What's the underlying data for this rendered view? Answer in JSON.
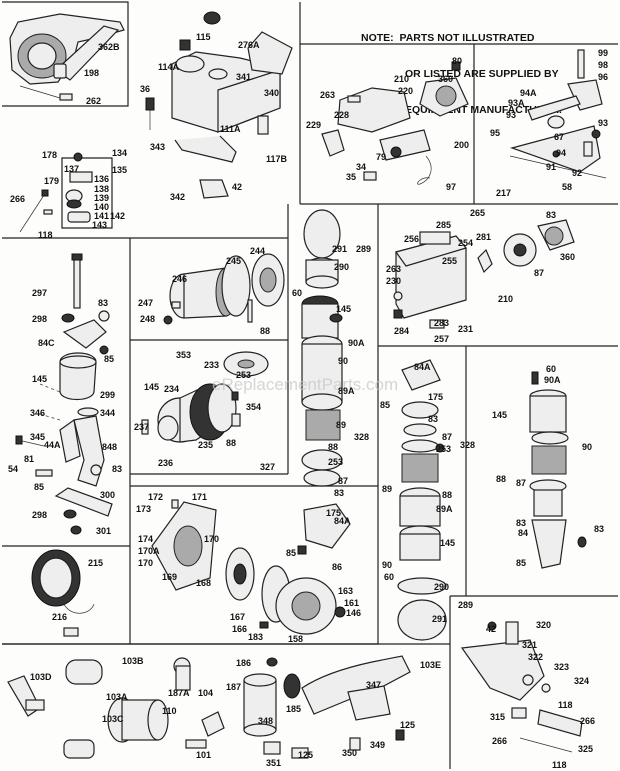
{
  "note": {
    "line1": "NOTE:  PARTS NOT ILLUSTRATED",
    "line2": "OR LISTED ARE SUPPLIED BY",
    "line3": "EQUIPMENT MANUFACTURER."
  },
  "watermark": "eReplacementParts.com",
  "labels": [
    {
      "id": "l-362b",
      "text": "362B"
    },
    {
      "id": "l-198",
      "text": "198"
    },
    {
      "id": "l-262",
      "text": "262"
    },
    {
      "id": "l-115",
      "text": "115"
    },
    {
      "id": "l-276a",
      "text": "276A"
    },
    {
      "id": "l-114a",
      "text": "114A"
    },
    {
      "id": "l-341",
      "text": "341"
    },
    {
      "id": "l-36",
      "text": "36"
    },
    {
      "id": "l-340",
      "text": "340"
    },
    {
      "id": "l-111a",
      "text": "111A"
    },
    {
      "id": "l-343",
      "text": "343"
    },
    {
      "id": "l-117b",
      "text": "117B"
    },
    {
      "id": "l-342",
      "text": "342"
    },
    {
      "id": "l-42a",
      "text": "42"
    },
    {
      "id": "l-178",
      "text": "178"
    },
    {
      "id": "l-134",
      "text": "134"
    },
    {
      "id": "l-135",
      "text": "135"
    },
    {
      "id": "l-137",
      "text": "137"
    },
    {
      "id": "l-136",
      "text": "136"
    },
    {
      "id": "l-179",
      "text": "179"
    },
    {
      "id": "l-138",
      "text": "138"
    },
    {
      "id": "l-139",
      "text": "139"
    },
    {
      "id": "l-266a",
      "text": "266"
    },
    {
      "id": "l-140",
      "text": "140"
    },
    {
      "id": "l-141",
      "text": "141"
    },
    {
      "id": "l-142",
      "text": "142"
    },
    {
      "id": "l-143",
      "text": "143"
    },
    {
      "id": "l-118a",
      "text": "118"
    },
    {
      "id": "l-80",
      "text": "80"
    },
    {
      "id": "l-210a",
      "text": "210"
    },
    {
      "id": "l-360a",
      "text": "360"
    },
    {
      "id": "l-263a",
      "text": "263"
    },
    {
      "id": "l-220",
      "text": "220"
    },
    {
      "id": "l-228",
      "text": "228"
    },
    {
      "id": "l-229",
      "text": "229"
    },
    {
      "id": "l-200",
      "text": "200"
    },
    {
      "id": "l-79",
      "text": "79"
    },
    {
      "id": "l-34",
      "text": "34"
    },
    {
      "id": "l-35",
      "text": "35"
    },
    {
      "id": "l-97",
      "text": "97"
    },
    {
      "id": "l-99",
      "text": "99"
    },
    {
      "id": "l-98",
      "text": "98"
    },
    {
      "id": "l-96",
      "text": "96"
    },
    {
      "id": "l-94a",
      "text": "94A"
    },
    {
      "id": "l-93a",
      "text": "93A"
    },
    {
      "id": "l-93b",
      "text": "93"
    },
    {
      "id": "l-95",
      "text": "95"
    },
    {
      "id": "l-67",
      "text": "67"
    },
    {
      "id": "l-93c",
      "text": "93"
    },
    {
      "id": "l-94",
      "text": "94"
    },
    {
      "id": "l-91",
      "text": "91"
    },
    {
      "id": "l-92",
      "text": "92"
    },
    {
      "id": "l-217",
      "text": "217"
    },
    {
      "id": "l-58",
      "text": "58"
    },
    {
      "id": "l-285",
      "text": "285"
    },
    {
      "id": "l-265",
      "text": "265"
    },
    {
      "id": "l-83a",
      "text": "83"
    },
    {
      "id": "l-256",
      "text": "256"
    },
    {
      "id": "l-254",
      "text": "254"
    },
    {
      "id": "l-281",
      "text": "281"
    },
    {
      "id": "l-255",
      "text": "255"
    },
    {
      "id": "l-263b",
      "text": "263"
    },
    {
      "id": "l-87a",
      "text": "87"
    },
    {
      "id": "l-360b",
      "text": "360"
    },
    {
      "id": "l-230",
      "text": "230"
    },
    {
      "id": "l-210b",
      "text": "210"
    },
    {
      "id": "l-284",
      "text": "284"
    },
    {
      "id": "l-283",
      "text": "283"
    },
    {
      "id": "l-231",
      "text": "231"
    },
    {
      "id": "l-257",
      "text": "257"
    },
    {
      "id": "l-297",
      "text": "297"
    },
    {
      "id": "l-83b",
      "text": "83"
    },
    {
      "id": "l-298a",
      "text": "298"
    },
    {
      "id": "l-84c",
      "text": "84C"
    },
    {
      "id": "l-85a",
      "text": "85"
    },
    {
      "id": "l-145a",
      "text": "145"
    },
    {
      "id": "l-299",
      "text": "299"
    },
    {
      "id": "l-346",
      "text": "346"
    },
    {
      "id": "l-344",
      "text": "344"
    },
    {
      "id": "l-345",
      "text": "345"
    },
    {
      "id": "l-44a",
      "text": "44A"
    },
    {
      "id": "l-848",
      "text": "848"
    },
    {
      "id": "l-54",
      "text": "54"
    },
    {
      "id": "l-81",
      "text": "81"
    },
    {
      "id": "l-83c",
      "text": "83"
    },
    {
      "id": "l-85b",
      "text": "85"
    },
    {
      "id": "l-300",
      "text": "300"
    },
    {
      "id": "l-298b",
      "text": "298"
    },
    {
      "id": "l-301",
      "text": "301"
    },
    {
      "id": "l-244",
      "text": "244"
    },
    {
      "id": "l-245",
      "text": "245"
    },
    {
      "id": "l-246",
      "text": "246"
    },
    {
      "id": "l-247",
      "text": "247"
    },
    {
      "id": "l-248",
      "text": "248"
    },
    {
      "id": "l-88a",
      "text": "88"
    },
    {
      "id": "l-353",
      "text": "353"
    },
    {
      "id": "l-233",
      "text": "233"
    },
    {
      "id": "l-253a",
      "text": "253"
    },
    {
      "id": "l-145b",
      "text": "145"
    },
    {
      "id": "l-234",
      "text": "234"
    },
    {
      "id": "l-354",
      "text": "354"
    },
    {
      "id": "l-237",
      "text": "237"
    },
    {
      "id": "l-88b",
      "text": "88"
    },
    {
      "id": "l-235",
      "text": "235"
    },
    {
      "id": "l-236",
      "text": "236"
    },
    {
      "id": "l-327",
      "text": "327"
    },
    {
      "id": "l-291a",
      "text": "291"
    },
    {
      "id": "l-289a",
      "text": "289"
    },
    {
      "id": "l-290a",
      "text": "290"
    },
    {
      "id": "l-60a",
      "text": "60"
    },
    {
      "id": "l-145c",
      "text": "145"
    },
    {
      "id": "l-90a1",
      "text": "90A"
    },
    {
      "id": "l-90a",
      "text": "90"
    },
    {
      "id": "l-89aa",
      "text": "89A"
    },
    {
      "id": "l-89a",
      "text": "89"
    },
    {
      "id": "l-328a",
      "text": "328"
    },
    {
      "id": "l-88c",
      "text": "88"
    },
    {
      "id": "l-253b",
      "text": "253"
    },
    {
      "id": "l-87b",
      "text": "87"
    },
    {
      "id": "l-83d",
      "text": "83"
    },
    {
      "id": "l-175a",
      "text": "175"
    },
    {
      "id": "l-84aa",
      "text": "84A"
    },
    {
      "id": "l-85c",
      "text": "85"
    },
    {
      "id": "l-86",
      "text": "86"
    },
    {
      "id": "l-84ab",
      "text": "84A"
    },
    {
      "id": "l-85d",
      "text": "85"
    },
    {
      "id": "l-175b",
      "text": "175"
    },
    {
      "id": "l-83e",
      "text": "83"
    },
    {
      "id": "l-87c",
      "text": "87"
    },
    {
      "id": "l-253c",
      "text": "253"
    },
    {
      "id": "l-328b",
      "text": "328"
    },
    {
      "id": "l-88d",
      "text": "88"
    },
    {
      "id": "l-89b",
      "text": "89"
    },
    {
      "id": "l-89ab",
      "text": "89A"
    },
    {
      "id": "l-145d",
      "text": "145"
    },
    {
      "id": "l-90b",
      "text": "90"
    },
    {
      "id": "l-60b",
      "text": "60"
    },
    {
      "id": "l-290b",
      "text": "290"
    },
    {
      "id": "l-289b",
      "text": "289"
    },
    {
      "id": "l-291b",
      "text": "291"
    },
    {
      "id": "l-60c",
      "text": "60"
    },
    {
      "id": "l-90a2",
      "text": "90A"
    },
    {
      "id": "l-145e",
      "text": "145"
    },
    {
      "id": "l-90c",
      "text": "90"
    },
    {
      "id": "l-88e",
      "text": "88"
    },
    {
      "id": "l-87d",
      "text": "87"
    },
    {
      "id": "l-83f",
      "text": "83"
    },
    {
      "id": "l-84",
      "text": "84"
    },
    {
      "id": "l-83g",
      "text": "83"
    },
    {
      "id": "l-85e",
      "text": "85"
    },
    {
      "id": "l-172",
      "text": "172"
    },
    {
      "id": "l-171",
      "text": "171"
    },
    {
      "id": "l-173",
      "text": "173"
    },
    {
      "id": "l-174",
      "text": "174"
    },
    {
      "id": "l-170a",
      "text": "170A"
    },
    {
      "id": "l-170b",
      "text": "170"
    },
    {
      "id": "l-170c",
      "text": "170"
    },
    {
      "id": "l-169",
      "text": "169"
    },
    {
      "id": "l-168",
      "text": "168"
    },
    {
      "id": "l-163",
      "text": "163"
    },
    {
      "id": "l-161",
      "text": "161"
    },
    {
      "id": "l-167",
      "text": "167"
    },
    {
      "id": "l-146",
      "text": "146"
    },
    {
      "id": "l-166",
      "text": "166"
    },
    {
      "id": "l-183",
      "text": "183"
    },
    {
      "id": "l-158",
      "text": "158"
    },
    {
      "id": "l-215",
      "text": "215"
    },
    {
      "id": "l-216",
      "text": "216"
    },
    {
      "id": "l-42b",
      "text": "42"
    },
    {
      "id": "l-320",
      "text": "320"
    },
    {
      "id": "l-321",
      "text": "321"
    },
    {
      "id": "l-322",
      "text": "322"
    },
    {
      "id": "l-323",
      "text": "323"
    },
    {
      "id": "l-324",
      "text": "324"
    },
    {
      "id": "l-118b",
      "text": "118"
    },
    {
      "id": "l-315",
      "text": "315"
    },
    {
      "id": "l-266b",
      "text": "266"
    },
    {
      "id": "l-266c",
      "text": "266"
    },
    {
      "id": "l-325",
      "text": "325"
    },
    {
      "id": "l-118c",
      "text": "118"
    },
    {
      "id": "l-103d",
      "text": "103D"
    },
    {
      "id": "l-103b",
      "text": "103B"
    },
    {
      "id": "l-103a",
      "text": "103A"
    },
    {
      "id": "l-103c",
      "text": "103C"
    },
    {
      "id": "l-110",
      "text": "110"
    },
    {
      "id": "l-187a",
      "text": "187A"
    },
    {
      "id": "l-104",
      "text": "104"
    },
    {
      "id": "l-101",
      "text": "101"
    },
    {
      "id": "l-186",
      "text": "186"
    },
    {
      "id": "l-187",
      "text": "187"
    },
    {
      "id": "l-185",
      "text": "185"
    },
    {
      "id": "l-103e",
      "text": "103E"
    },
    {
      "id": "l-347",
      "text": "347"
    },
    {
      "id": "l-348",
      "text": "348"
    },
    {
      "id": "l-125a",
      "text": "125"
    },
    {
      "id": "l-125b",
      "text": "125"
    },
    {
      "id": "l-351",
      "text": "351"
    },
    {
      "id": "l-350",
      "text": "350"
    },
    {
      "id": "l-349",
      "text": "349"
    }
  ]
}
